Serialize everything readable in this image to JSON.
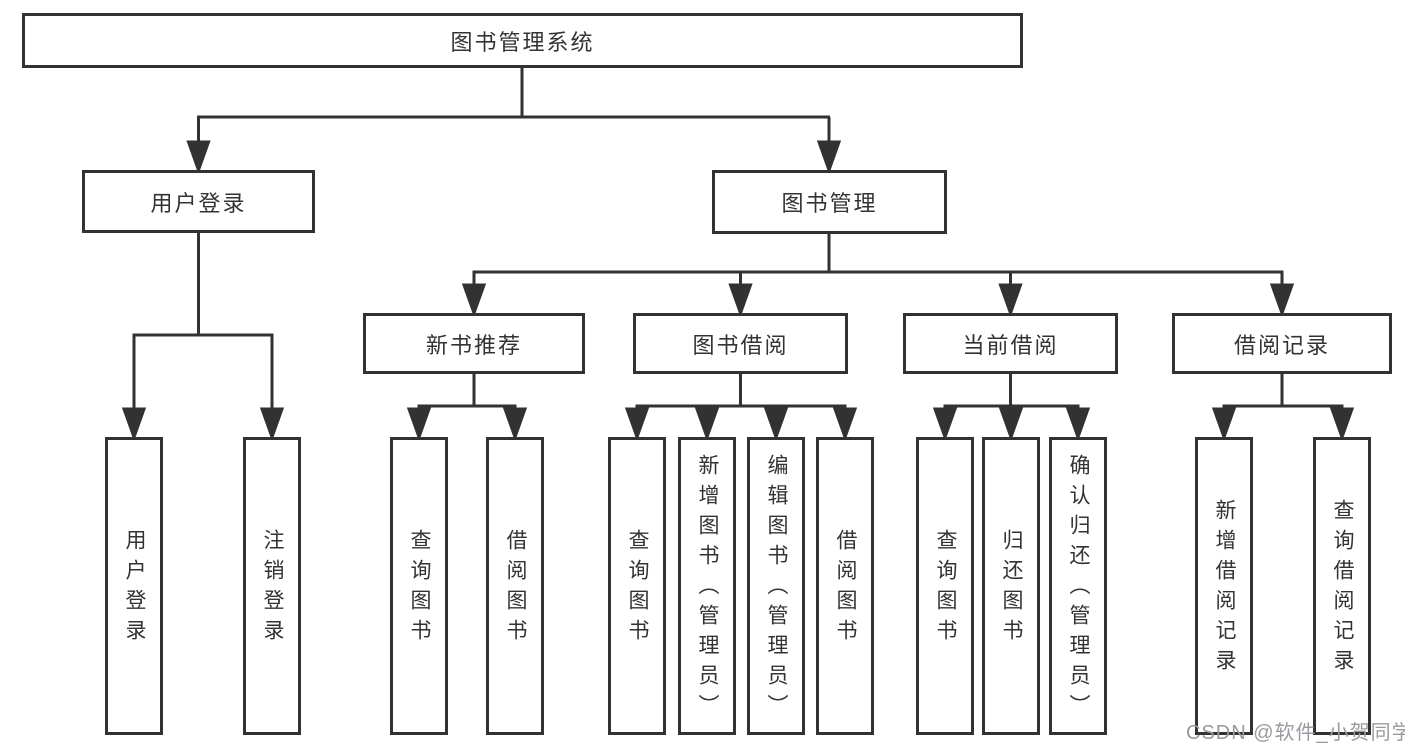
{
  "tree": {
    "root": "图书管理系统",
    "user": {
      "label": "用户登录",
      "children": [
        "用户登录",
        "注销登录"
      ]
    },
    "mgmt": {
      "label": "图书管理",
      "groups": [
        {
          "label": "新书推荐",
          "children": [
            "查询图书",
            "借阅图书"
          ]
        },
        {
          "label": "图书借阅",
          "children": [
            "查询图书",
            "新增图书（管理员）",
            "编辑图书（管理员）",
            "借阅图书"
          ]
        },
        {
          "label": "当前借阅",
          "children": [
            "查询图书",
            "归还图书",
            "确认归还（管理员）"
          ]
        },
        {
          "label": "借阅记录",
          "children": [
            "新增借阅记录",
            "查询借阅记录"
          ]
        }
      ]
    }
  },
  "watermark": "CSDN @软件_小贺同学",
  "colors": {
    "line": "#323232",
    "text": "#333333",
    "watermark": "#9a9aa0",
    "background": "#ffffff"
  }
}
